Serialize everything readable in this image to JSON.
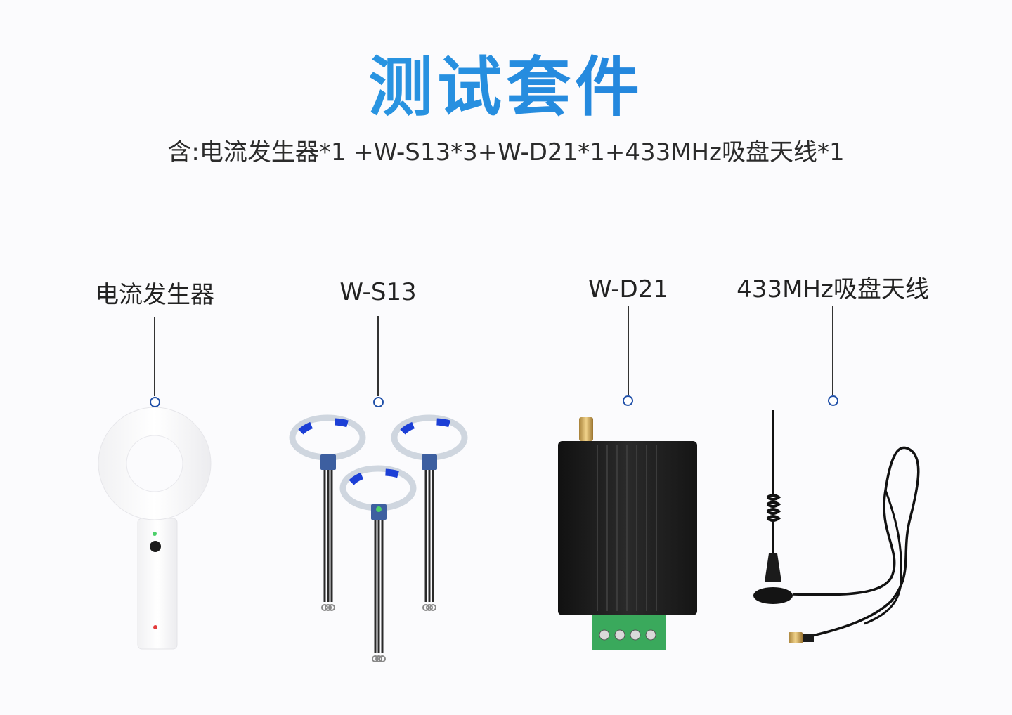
{
  "header": {
    "title": "测试套件",
    "subtitle": "含:电流发生器*1 +W-S13*3+W-D21*1+433MHz吸盘天线*1"
  },
  "products": [
    {
      "label": "电流发生器"
    },
    {
      "label": "W-S13"
    },
    {
      "label": "W-D21"
    },
    {
      "label": "433MHz吸盘天线"
    }
  ],
  "colors": {
    "title_start": "#2fa7e6",
    "title_end": "#1e74d8",
    "pointer": "#1f4fa8",
    "sensor_band": "#1c3fd6",
    "terminal": "#3aa95c"
  }
}
